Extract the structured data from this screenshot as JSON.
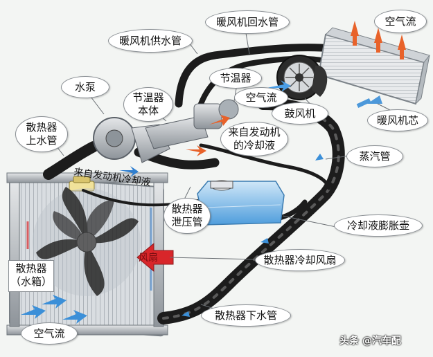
{
  "labels": {
    "warm_fan_supply_pipe": "暖风机供水管",
    "warm_fan_return_pipe": "暖风机回水管",
    "air_flow_top": "空气流",
    "water_pump": "水泵",
    "thermostat_top": "节温器",
    "air_flow_mid": "空气流",
    "thermostat_body": "节温器\n本体",
    "blower": "鼓风机",
    "heater_core": "暖风机芯",
    "coolant_from_engine_right": "来自发动机\n的冷却液",
    "radiator_upper_hose": "散热器\n上水管",
    "steam_pipe": "蒸汽管",
    "coolant_from_engine_tube": "来自发动机冷却液",
    "radiator_pressure_cap": "散热器\n泄压管",
    "expansion_tank": "冷却液膨胀壶",
    "radiator_fan": "散热器冷却风扇",
    "radiator_tank": "散热器\n（水箱）",
    "wind_fan": "风扇",
    "radiator_lower_hose": "散热器下水管",
    "air_flow_bottom": "空气流",
    "watermark": "头条 @汽车配"
  },
  "colors": {
    "hose": "#1c1c1c",
    "radiator": "#c9cdd1",
    "coolant_arrow_blue": "#2f7fd0",
    "hot_arrow_orange": "#e8622a",
    "red_arrow": "#d8262a",
    "tank_blue": "#5aa9e6"
  }
}
